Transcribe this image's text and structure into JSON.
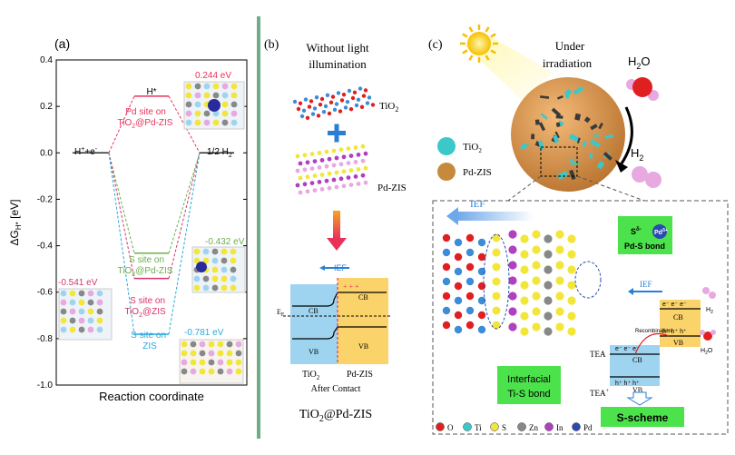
{
  "panel_a": {
    "label": "(a)",
    "ylabel": "ΔG",
    "ylabel_sub": "H*",
    "ylabel_unit": " [eV]",
    "xlabel": "Reaction coordinate",
    "start_label": "H",
    "start_label_tail": "+e",
    "mid_label": "H*",
    "end_label": "1/2 H",
    "end_label_sub": "2",
    "annotations": {
      "pd_label_line1": "Pd site on",
      "pd_label_line2": "TiO",
      "pd_label_line2_tail": "@Pd-ZIS",
      "s_pdzis_line1": "S site on",
      "s_pdzis_line2": "TiO",
      "s_pdzis_line2_tail": "@Pd-ZIS",
      "s_tio2_line1": "S site on",
      "s_tio2_line2": "TiO",
      "s_tio2_line2_tail": "@ZIS",
      "s_zis_line1": "S site on",
      "s_zis_line2": "ZIS"
    },
    "value_labels": {
      "pd": "0.244 eV",
      "s_pdzis": "-0.432 eV",
      "s_tio2": "-0.541 eV",
      "s_zis": "-0.781 eV"
    }
  },
  "chart_data": {
    "type": "line",
    "xlabel": "Reaction coordinate",
    "ylabel": "ΔG_H* [eV]",
    "ylim": [
      -1.0,
      0.4
    ],
    "yticks": [
      "0.4",
      "0.2",
      "0.0",
      "-0.2",
      "-0.4",
      "-0.6",
      "-0.8",
      "-1.0"
    ],
    "categories": [
      "H++e-",
      "H*",
      "1/2 H2"
    ],
    "series": [
      {
        "name": "Pd site on TiO2@Pd-ZIS",
        "values": [
          0.0,
          0.244,
          0.0
        ],
        "color": "#e8325a"
      },
      {
        "name": "S site on TiO2@Pd-ZIS",
        "values": [
          0.0,
          -0.432,
          0.0
        ],
        "color": "#6ab04c"
      },
      {
        "name": "S site on TiO2@ZIS",
        "values": [
          0.0,
          -0.541,
          0.0
        ],
        "color": "#d6336c"
      },
      {
        "name": "S site on ZIS",
        "values": [
          0.0,
          -0.781,
          0.0
        ],
        "color": "#29a8dd"
      }
    ]
  },
  "panel_b": {
    "label": "(b)",
    "title_line1": "Without light",
    "title_line2": "illumination",
    "tio2": "TiO",
    "tio2_sub": "2",
    "pdzis": "Pd-ZIS",
    "ief": "IEF",
    "ef": "E",
    "ef_sub": "F",
    "cb": "CB",
    "vb": "VB",
    "cb2": "CB",
    "vb2": "VB",
    "bottom_tio2": "TiO",
    "bottom_tio2_sub": "2",
    "bottom_pdzis": "Pd-ZIS",
    "after_contact": "After Contact",
    "caption": "TiO",
    "caption_sub": "2",
    "caption_tail": "@Pd-ZIS"
  },
  "panel_c": {
    "label": "(c)",
    "under_line1": "Under",
    "under_line2": "irradiation",
    "h2o": "H",
    "h2o_sub": "2",
    "h2o_tail": "O",
    "h2": "H",
    "h2_sub": "2",
    "legend_tio2": "TiO",
    "legend_tio2_sub": "2",
    "legend_pdzis": "Pd-ZIS",
    "ief": "IEF",
    "ief2": "IEF",
    "pd_s_bond": "Pd-S bond",
    "s_delta": "S",
    "s_delta_sup": "δ-",
    "pd_delta": "Pd",
    "pd_delta_sup": "δ+",
    "interfacial_line1": "Interfacial",
    "interfacial_line2": "Ti-S bond",
    "cb": "CB",
    "vb": "VB",
    "cb2": "CB",
    "vb2": "VB",
    "recombination": "Recombination",
    "tea": "TEA",
    "tea_plus": "TEA",
    "tea_plus_sup": "+",
    "s_scheme": "S-scheme",
    "h2_small": "H",
    "h2_small_sub": "2",
    "h2o_small": "H",
    "h2o_small_sub": "2",
    "h2o_small_tail": "O",
    "electrons": "e⁻ e⁻ e⁻",
    "holes": "h⁺ h⁺ h⁺",
    "atoms": [
      {
        "label": "O",
        "color": "#e02020"
      },
      {
        "label": "Ti",
        "color": "#3cc8c8"
      },
      {
        "label": "S",
        "color": "#f2e63a"
      },
      {
        "label": "Zn",
        "color": "#888888"
      },
      {
        "label": "In",
        "color": "#b040c0"
      },
      {
        "label": "Pd",
        "color": "#2a4ab0"
      }
    ]
  }
}
